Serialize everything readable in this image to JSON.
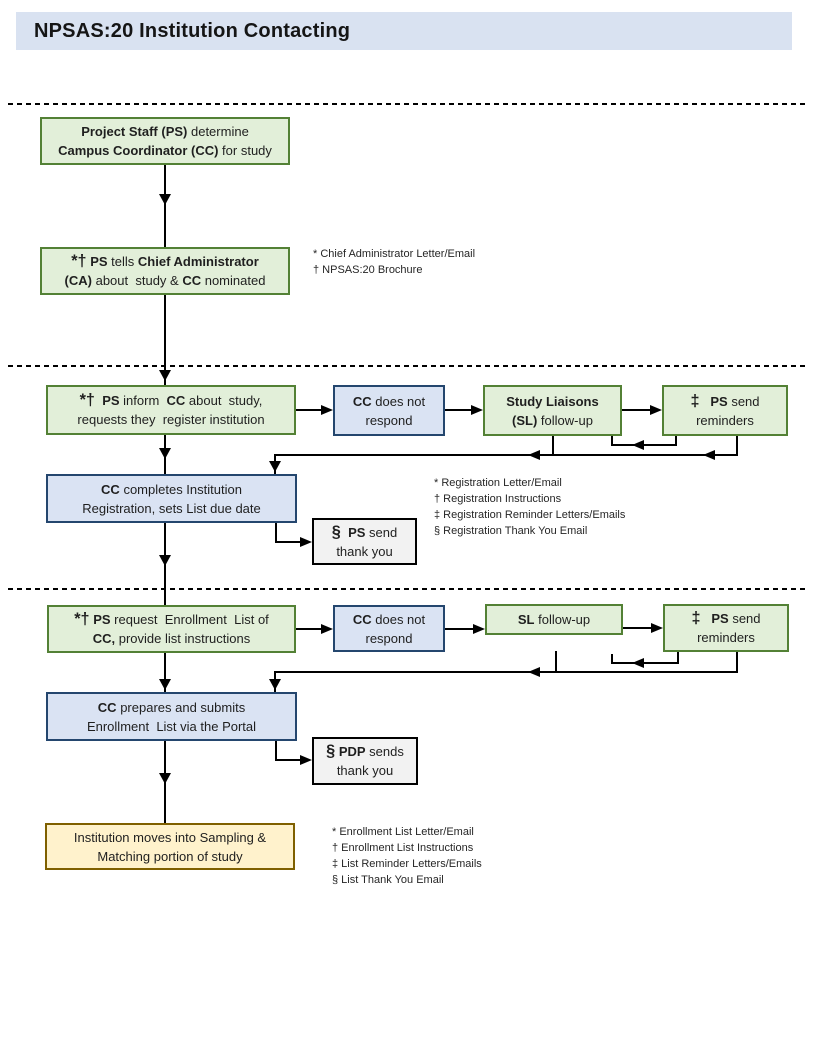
{
  "title": "NPSAS:20 Institution Contacting",
  "colors": {
    "title_bar_bg": "#d9e2f1",
    "green_fill": "#e2efd9",
    "green_border": "#538135",
    "blue_fill": "#dae3f3",
    "blue_border": "#24466e",
    "gray_fill": "#f2f2f2",
    "gray_border": "#000000",
    "yellow_fill": "#fff2cc",
    "yellow_border": "#7f6000",
    "connector": "#000000"
  },
  "boxes": {
    "ps_determine_cc": {
      "line1": "**Project Staff (PS)** determine",
      "line2": "**Campus Coordinator (CC)** for study"
    },
    "ps_tells_ca": {
      "line1": "«*†» **PS** tells **Chief Administrator**",
      "line2": "**(CA)** about  study & **CC** nominated"
    },
    "ps_inform_cc": {
      "line1": "«*†»  **PS** inform  **CC** about  study,",
      "line2": "requests they  register institution"
    },
    "cc_no_respond_reg": {
      "line1": "**CC** does not",
      "line2": "respond"
    },
    "sl_followup_reg": {
      "line1": "**Study Liaisons**",
      "line2": "**(SL)** follow-up"
    },
    "ps_reminders_reg": {
      "line1": "«‡»   **PS** send",
      "line2": "reminders"
    },
    "cc_completes_reg": {
      "line1": "**CC** completes Institution",
      "line2": "Registration, sets List due date"
    },
    "ps_thankyou_reg": {
      "line1": "«§»  **PS** send",
      "line2": "thank you"
    },
    "ps_request_list": {
      "line1": "«*†» **PS** request  Enrollment  List of",
      "line2": "**CC,** provide list instructions"
    },
    "cc_no_respond_list": {
      "line1": "**CC** does not",
      "line2": "respond"
    },
    "sl_followup_list": {
      "line1": "**SL** follow-up"
    },
    "ps_reminders_list": {
      "line1": "«‡»   **PS** send",
      "line2": "reminders"
    },
    "cc_submits_list": {
      "line1": "**CC** prepares and submits",
      "line2": "Enrollment  List via the Portal"
    },
    "pdp_thankyou": {
      "line1": "«§» **PDP** sends",
      "line2": "thank you"
    },
    "sampling": {
      "line1": "Institution moves into Sampling &",
      "line2": "Matching portion of study"
    }
  },
  "footnotes": {
    "contact": [
      "* Chief Administrator Letter/Email",
      "† NPSAS:20 Brochure"
    ],
    "registration": [
      "* Registration Letter/Email",
      "† Registration Instructions",
      "‡ Registration Reminder Letters/Emails",
      "§ Registration Thank You Email"
    ],
    "enrollment": [
      "* Enrollment List Letter/Email",
      "† Enrollment List Instructions",
      "‡ List Reminder Letters/Emails",
      "§ List Thank You Email"
    ]
  }
}
